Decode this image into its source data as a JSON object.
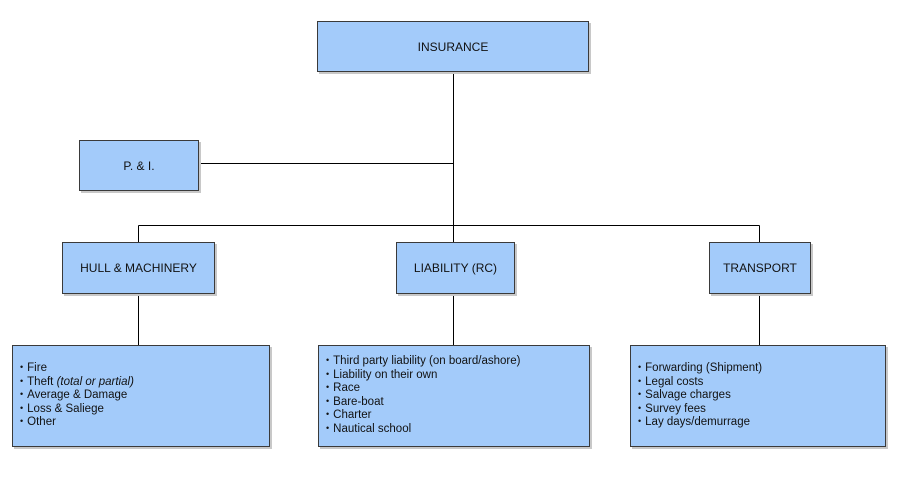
{
  "root": {
    "label": "INSURANCE"
  },
  "side": {
    "label": "P. & I."
  },
  "categories": [
    {
      "label": "HULL & MACHINERY"
    },
    {
      "label": "LIABILITY (RC)"
    },
    {
      "label": "TRANSPORT"
    }
  ],
  "details": {
    "hull": {
      "items": [
        "Fire",
        "Theft ",
        "Average & Damage",
        "Loss & Saliege",
        "Other"
      ],
      "theft_note": "(total or partial)"
    },
    "liability": {
      "items": [
        "Third party liability (on board/ashore)",
        "Liability on their own",
        "Race",
        "Bare-boat",
        "Charter",
        "Nautical school"
      ]
    },
    "transport": {
      "items": [
        "Forwarding (Shipment)",
        "Legal costs",
        "Salvage charges",
        "Survey fees",
        "Lay days/demurrage"
      ]
    }
  },
  "colors": {
    "box_fill": "#a3cbfa",
    "border": "#3a3a3a",
    "connector": "#000000"
  }
}
